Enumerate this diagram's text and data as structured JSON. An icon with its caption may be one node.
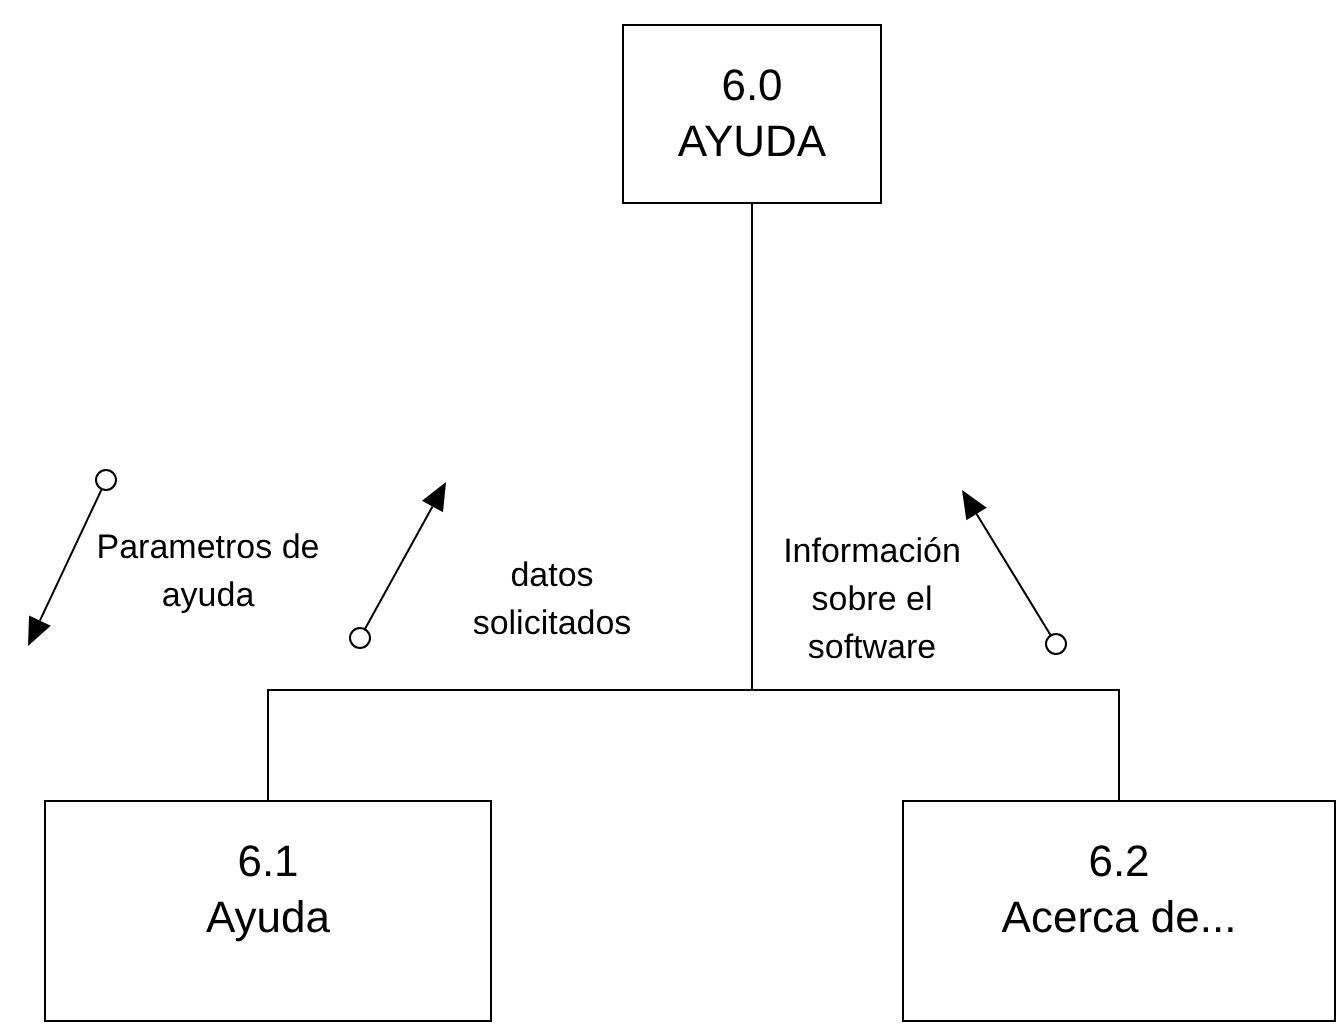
{
  "diagram": {
    "nodes": [
      {
        "text": [
          "6.0",
          "AYUDA"
        ]
      },
      {
        "text": [
          "6.1",
          "Ayuda"
        ]
      },
      {
        "text": [
          "6.2",
          "Acerca de..."
        ]
      }
    ],
    "edges": [
      {
        "from": 0,
        "to": 1,
        "arrow": "none"
      },
      {
        "from": 0,
        "to": 2,
        "arrow": "none"
      }
    ],
    "labels": [
      "Parametros de ayuda",
      "datos solicitados",
      "Información sobre el software"
    ]
  }
}
